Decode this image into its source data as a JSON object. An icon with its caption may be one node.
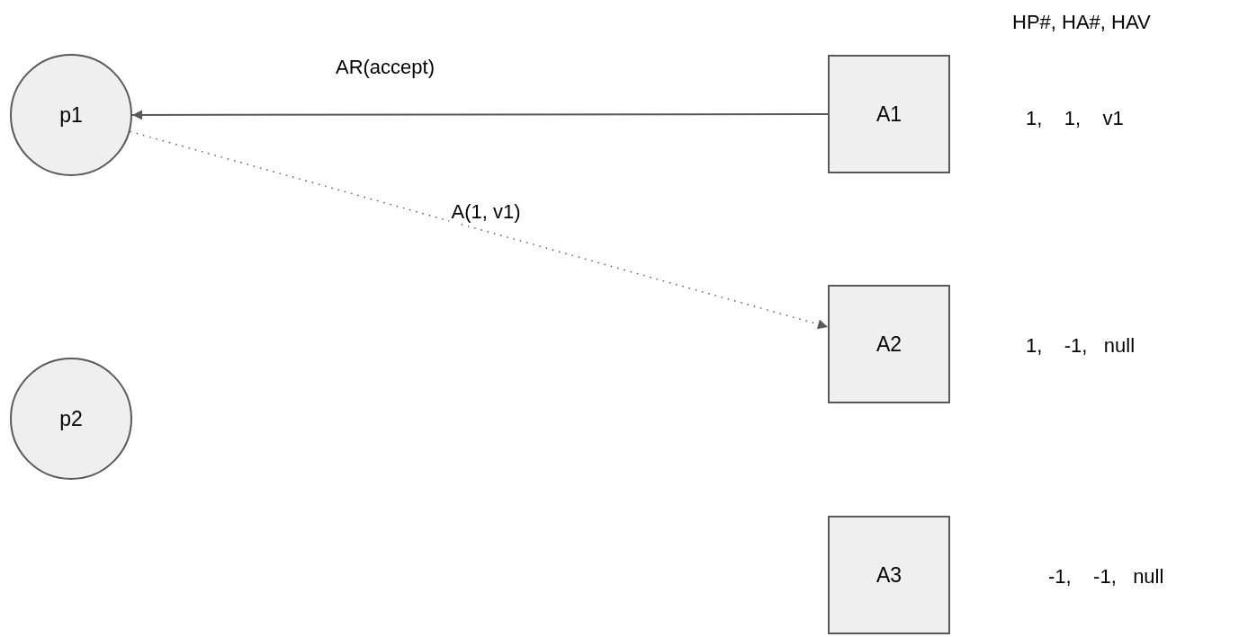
{
  "diagram": {
    "nodes": [
      {
        "text": [
          "p1"
        ]
      },
      {
        "text": [
          "A1"
        ]
      },
      {
        "text": [
          "A2"
        ]
      },
      {
        "text": [
          "p2"
        ]
      },
      {
        "text": [
          "A3"
        ]
      }
    ],
    "edges": [
      {
        "from": 1,
        "to": 0,
        "arrow": "to",
        "label": "AR(accept)"
      },
      {
        "from": 0,
        "to": 2,
        "arrow": "to",
        "label": "A(1, v1)",
        "style": "dashed"
      }
    ],
    "labels": [
      "HP#, HA#, HAV",
      "1,    1,    v1",
      "1,    -1,   null",
      "-1,    -1,   null"
    ]
  }
}
